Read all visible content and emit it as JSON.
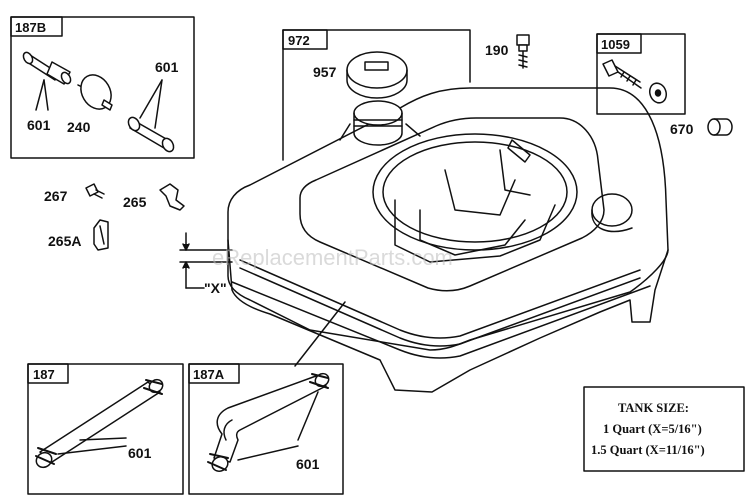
{
  "boxes": {
    "b187B": "187B",
    "b972": "972",
    "b1059": "1059",
    "b187": "187",
    "b187A": "187A"
  },
  "parts": {
    "p601a": "601",
    "p601b": "601",
    "p240": "240",
    "p957": "957",
    "p190": "190",
    "p670": "670",
    "p267": "267",
    "p265": "265",
    "p265A": "265A",
    "p601c": "601",
    "p601d": "601",
    "px": "\"X\""
  },
  "note": {
    "title": "TANK SIZE:",
    "line1": "1 Quart (X=5/16\")",
    "line2": "1.5 Quart (X=11/16\")"
  },
  "watermark": "eReplacementParts.com"
}
